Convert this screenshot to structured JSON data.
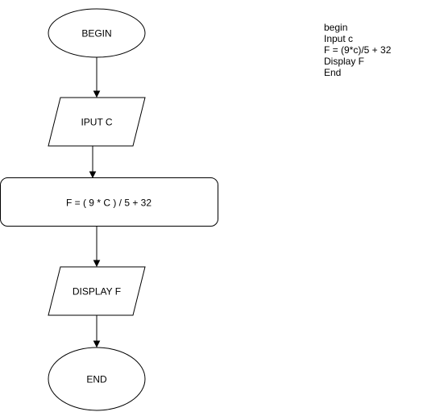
{
  "flowchart": {
    "nodes": [
      {
        "id": "begin",
        "shape": "ellipse",
        "label": "BEGIN"
      },
      {
        "id": "input",
        "shape": "parallelogram",
        "label": "IPUT C"
      },
      {
        "id": "process",
        "shape": "rounded-rectangle",
        "label": "F = ( 9 * C ) / 5 + 32"
      },
      {
        "id": "display",
        "shape": "parallelogram",
        "label": "DISPLAY F"
      },
      {
        "id": "end",
        "shape": "ellipse",
        "label": "END"
      }
    ],
    "edges": [
      {
        "from": "begin",
        "to": "input"
      },
      {
        "from": "input",
        "to": "process"
      },
      {
        "from": "process",
        "to": "display"
      },
      {
        "from": "display",
        "to": "end"
      }
    ]
  },
  "pseudocode": [
    "begin",
    "Input c",
    "F = (9*c)/5 + 32",
    "Display F",
    "End"
  ],
  "colors": {
    "stroke": "#000000",
    "fill": "#ffffff",
    "text": "#000000"
  }
}
